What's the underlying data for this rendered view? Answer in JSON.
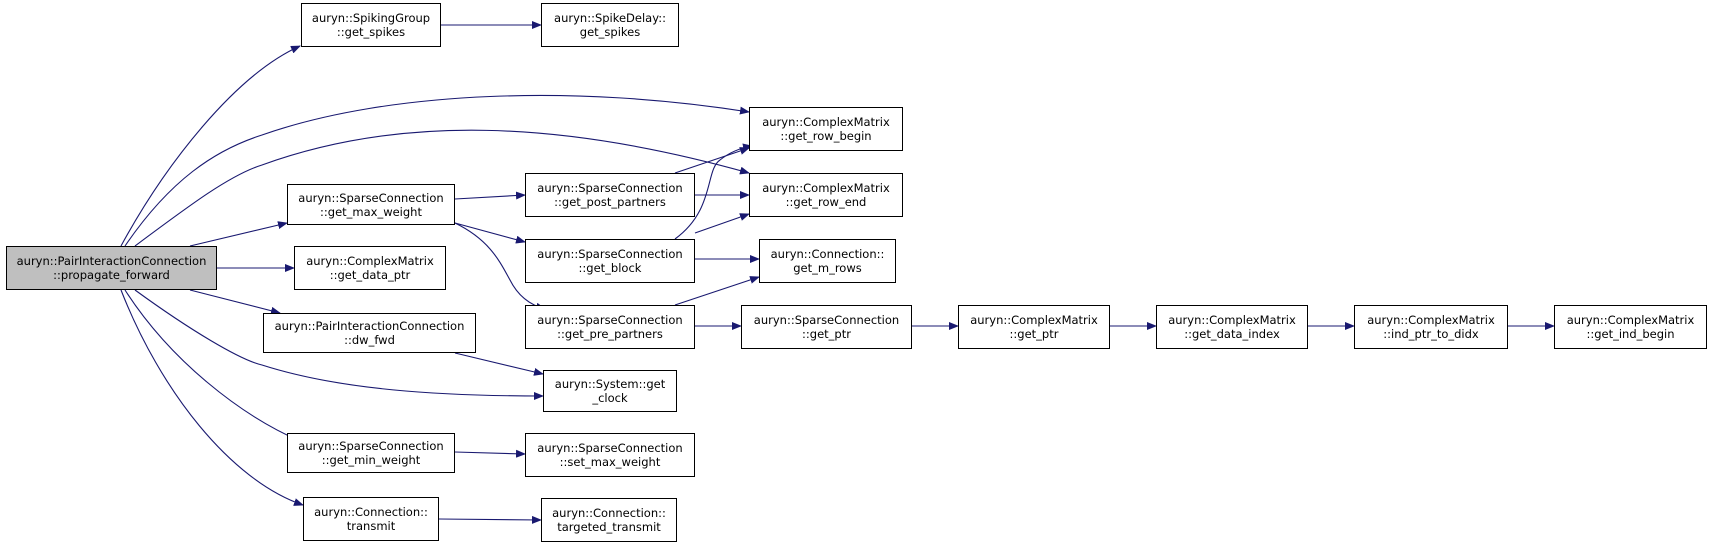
{
  "colors": {
    "edge": "#191970",
    "root_fill": "#bfbfbf",
    "node_fill": "#ffffff",
    "border": "#000000"
  },
  "nodes": {
    "root": {
      "line1": "auryn::PairInteractionConnection",
      "line2": "::propagate_forward"
    },
    "spiking_get_spikes": {
      "line1": "auryn::SpikingGroup",
      "line2": "::get_spikes"
    },
    "spikedelay_get_spikes": {
      "line1": "auryn::SpikeDelay::",
      "line2": "get_spikes"
    },
    "cm_get_row_begin": {
      "line1": "auryn::ComplexMatrix",
      "line2": "::get_row_begin"
    },
    "cm_get_row_end": {
      "line1": "auryn::ComplexMatrix",
      "line2": "::get_row_end"
    },
    "sc_get_max_weight": {
      "line1": "auryn::SparseConnection",
      "line2": "::get_max_weight"
    },
    "sc_get_post_partners": {
      "line1": "auryn::SparseConnection",
      "line2": "::get_post_partners"
    },
    "sc_get_block": {
      "line1": "auryn::SparseConnection",
      "line2": "::get_block"
    },
    "conn_get_m_rows": {
      "line1": "auryn::Connection::",
      "line2": "get_m_rows"
    },
    "cm_get_data_ptr": {
      "line1": "auryn::ComplexMatrix",
      "line2": "::get_data_ptr"
    },
    "sc_get_pre_partners": {
      "line1": "auryn::SparseConnection",
      "line2": "::get_pre_partners"
    },
    "sc_get_ptr": {
      "line1": "auryn::SparseConnection",
      "line2": "::get_ptr"
    },
    "cm_get_ptr": {
      "line1": "auryn::ComplexMatrix",
      "line2": "::get_ptr"
    },
    "cm_get_data_index": {
      "line1": "auryn::ComplexMatrix",
      "line2": "::get_data_index"
    },
    "cm_ind_ptr_to_didx": {
      "line1": "auryn::ComplexMatrix",
      "line2": "::ind_ptr_to_didx"
    },
    "cm_get_ind_begin": {
      "line1": "auryn::ComplexMatrix",
      "line2": "::get_ind_begin"
    },
    "pic_dw_fwd": {
      "line1": "auryn::PairInteractionConnection",
      "line2": "::dw_fwd"
    },
    "sys_get_clock": {
      "line1": "auryn::System::get",
      "line2": "_clock"
    },
    "sc_get_min_weight": {
      "line1": "auryn::SparseConnection",
      "line2": "::get_min_weight"
    },
    "sc_set_max_weight": {
      "line1": "auryn::SparseConnection",
      "line2": "::set_max_weight"
    },
    "conn_transmit": {
      "line1": "auryn::Connection::",
      "line2": "transmit"
    },
    "conn_targeted_transmit": {
      "line1": "auryn::Connection::",
      "line2": "targeted_transmit"
    }
  }
}
